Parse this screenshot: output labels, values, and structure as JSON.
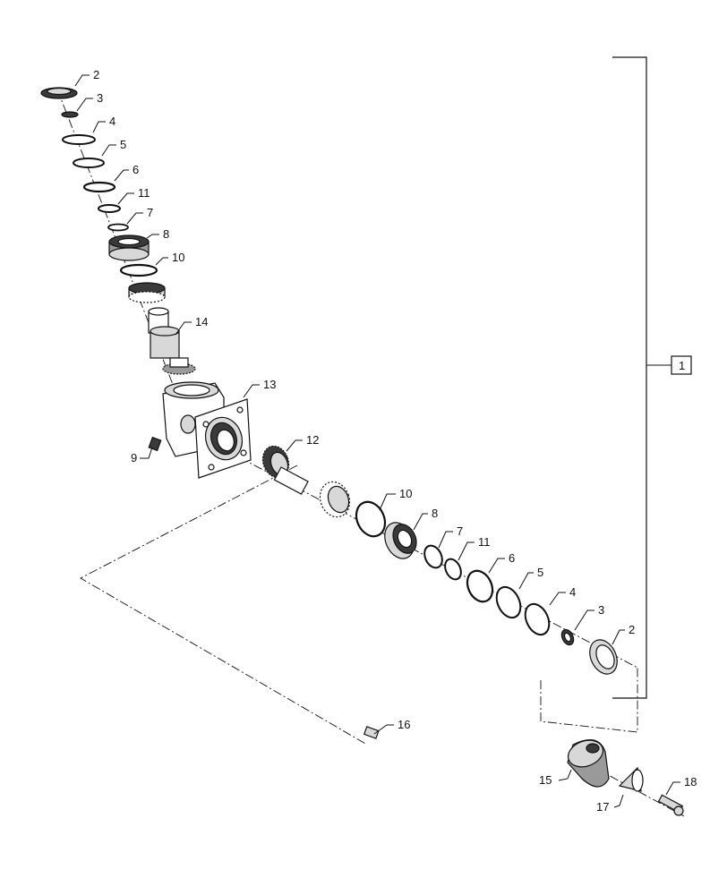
{
  "callouts": {
    "top": [
      "2",
      "3",
      "4",
      "5",
      "6",
      "11",
      "7",
      "8",
      "10",
      "14",
      "13",
      "12",
      "9"
    ],
    "lower": [
      "10",
      "8",
      "7",
      "11",
      "6",
      "5",
      "4",
      "3",
      "2"
    ],
    "bottom": [
      "16",
      "15",
      "17",
      "18"
    ],
    "assembly": "1"
  }
}
